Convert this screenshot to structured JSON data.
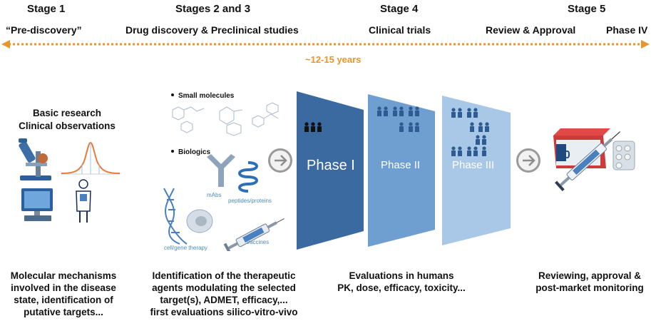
{
  "stages": {
    "s1": "Stage 1",
    "s23": "Stages 2 and 3",
    "s4": "Stage 4",
    "s5": "Stage 5"
  },
  "subtitles": {
    "prediscovery": "“Pre-discovery”",
    "discovery": "Drug discovery & Preclinical studies",
    "clinical": "Clinical trials",
    "review": "Review & Approval",
    "phase4": "Phase IV"
  },
  "timeline": {
    "label": "~12-15 years",
    "color": "#e8952a"
  },
  "basic": {
    "line1": "Basic research",
    "line2": "Clinical observations"
  },
  "modalities": {
    "small_molecules": "Small molecules",
    "biologics": "Biologics",
    "mabs": "mAbs",
    "peptides": "peptides/proteins",
    "cellgene": "cell/gene therapy",
    "vaccines": "vaccines"
  },
  "phases": {
    "p1": "Phase I",
    "p2": "Phase II",
    "p3": "Phase III",
    "colors": {
      "p1": "#3a6aa0",
      "p2": "#6f9fd0",
      "p3": "#a9c8e8"
    }
  },
  "box_label": "30",
  "bottom": {
    "col1": [
      "Molecular mechanisms",
      "involved in the disease",
      "state, identification of",
      "putative targets..."
    ],
    "col2": [
      "Identification of the therapeutic",
      "agents modulating the selected",
      "target(s), ADMET, efficacy,...",
      "first evaluations silico-vitro-vivo"
    ],
    "col3": [
      "Evaluations in humans",
      "PK, dose, efficacy, toxicity..."
    ],
    "col4": [
      "Reviewing, approval &",
      "post-market monitoring"
    ]
  }
}
